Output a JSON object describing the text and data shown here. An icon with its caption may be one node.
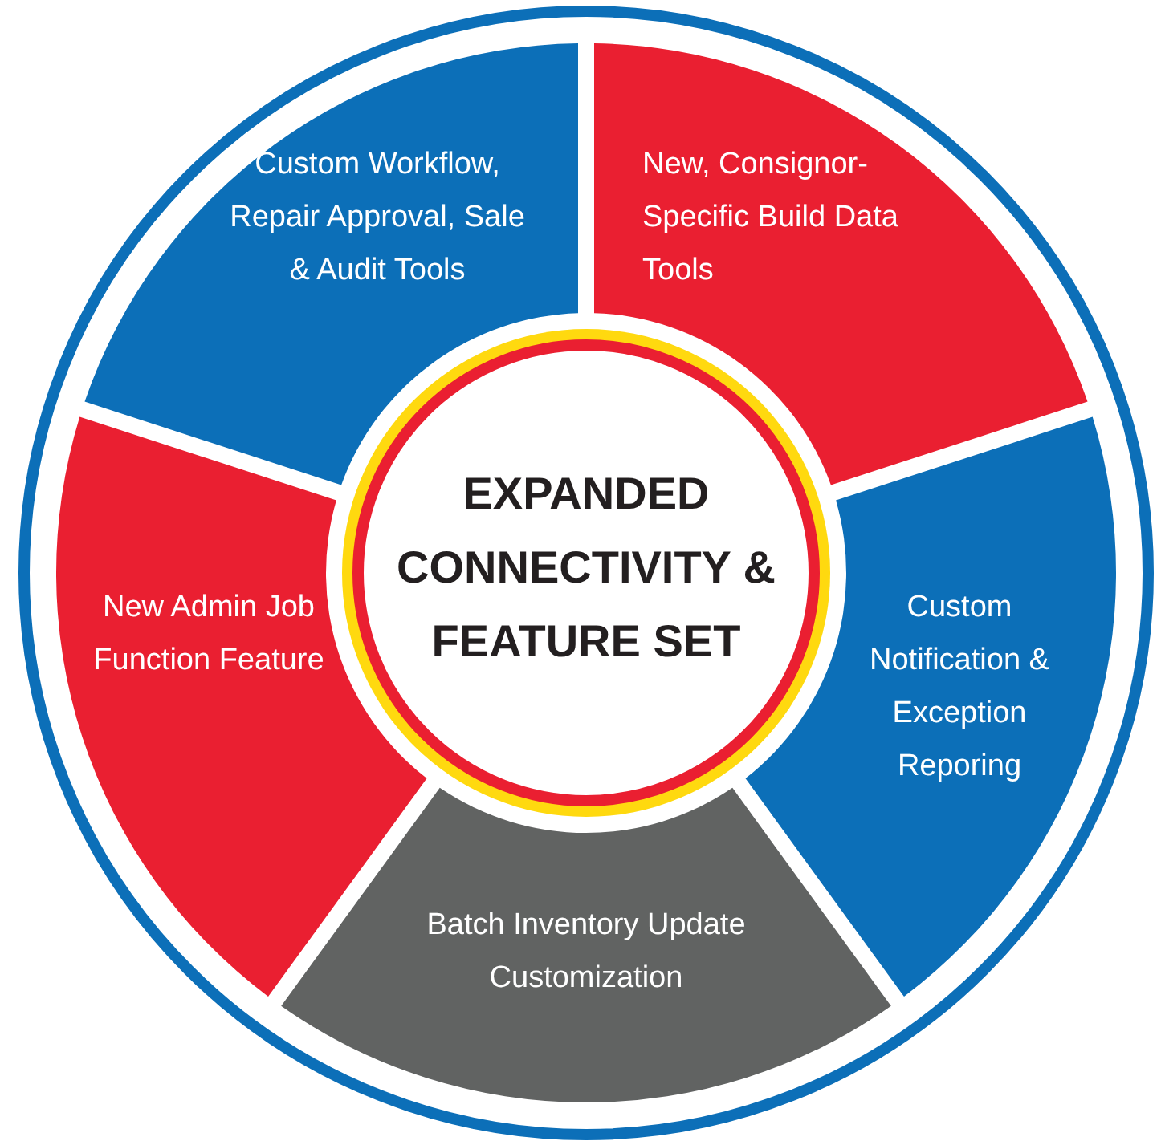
{
  "diagram": {
    "nodes": [
      {
        "text": [
          "Custom Workflow, Repair Approval, Sale & Audit Tools"
        ]
      },
      {
        "text": [
          "New, Consignor-Specific Build Data Tools"
        ]
      },
      {
        "text": [
          "EXPANDED CONNECTIVITY & FEATURE SET"
        ]
      },
      {
        "text": [
          "New Admin Job Function Feature"
        ]
      },
      {
        "text": [
          "Custom Notification & Exception Reporing"
        ]
      },
      {
        "text": [
          "Batch Inventory Update Customization"
        ]
      }
    ]
  }
}
